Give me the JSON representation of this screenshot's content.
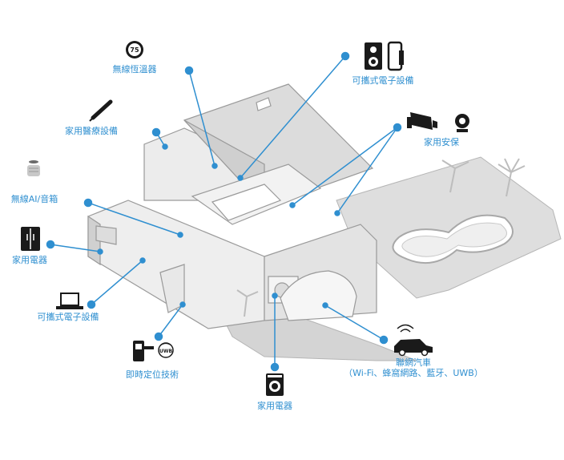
{
  "labels": {
    "thermostat": "無線恆溫器",
    "thermostat_badge": "75",
    "portable_top": "可攜式電子設備",
    "medical": "家用醫療設備",
    "security": "家用安保",
    "speaker": "無線AI/音箱",
    "appliance_left": "家用電器",
    "portable_left": "可攜式電子設備",
    "positioning": "即時定位技術",
    "uwb_badge": "UWB",
    "car_title": "聯網汽車",
    "car_sub": "（Wi-Fi、蜂窩網路、藍牙、UWB）",
    "appliance_bottom": "家用電器"
  },
  "colors": {
    "accent": "#2f8fd0",
    "house_fill": "#e6e6e6",
    "house_stroke": "#9a9a9a",
    "icon": "#1a1a1a"
  },
  "icons": [
    "thermostat-icon",
    "speaker-phone-icon",
    "thermometer-icon",
    "cctv-icon",
    "webcam-icon",
    "smart-speaker-icon",
    "refrigerator-icon",
    "laptop-icon",
    "door-lock-icon",
    "uwb-icon",
    "connected-car-icon",
    "washing-machine-icon"
  ]
}
